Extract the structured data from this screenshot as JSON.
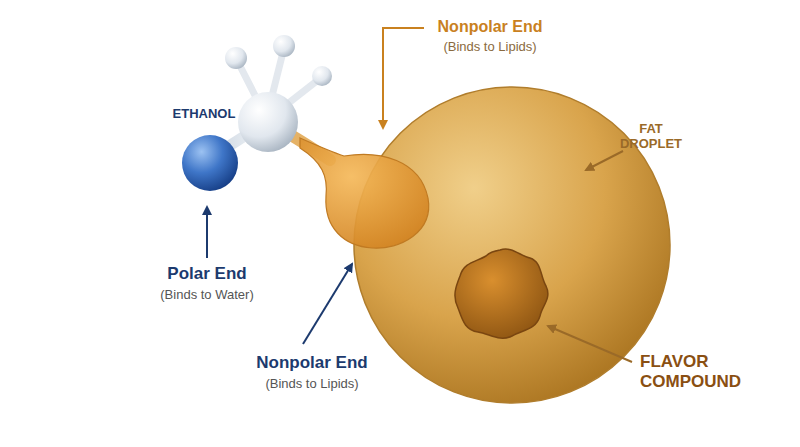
{
  "diagram": {
    "labels": [
      "ETHANOL",
      "Nonpolar End",
      "(Binds to Lipids)",
      "FAT DROPLET",
      "Polar End",
      "(Binds to Water)",
      "Nonpolar End",
      "(Binds to Lipids)",
      "FLAVOR COMPOUND"
    ]
  }
}
